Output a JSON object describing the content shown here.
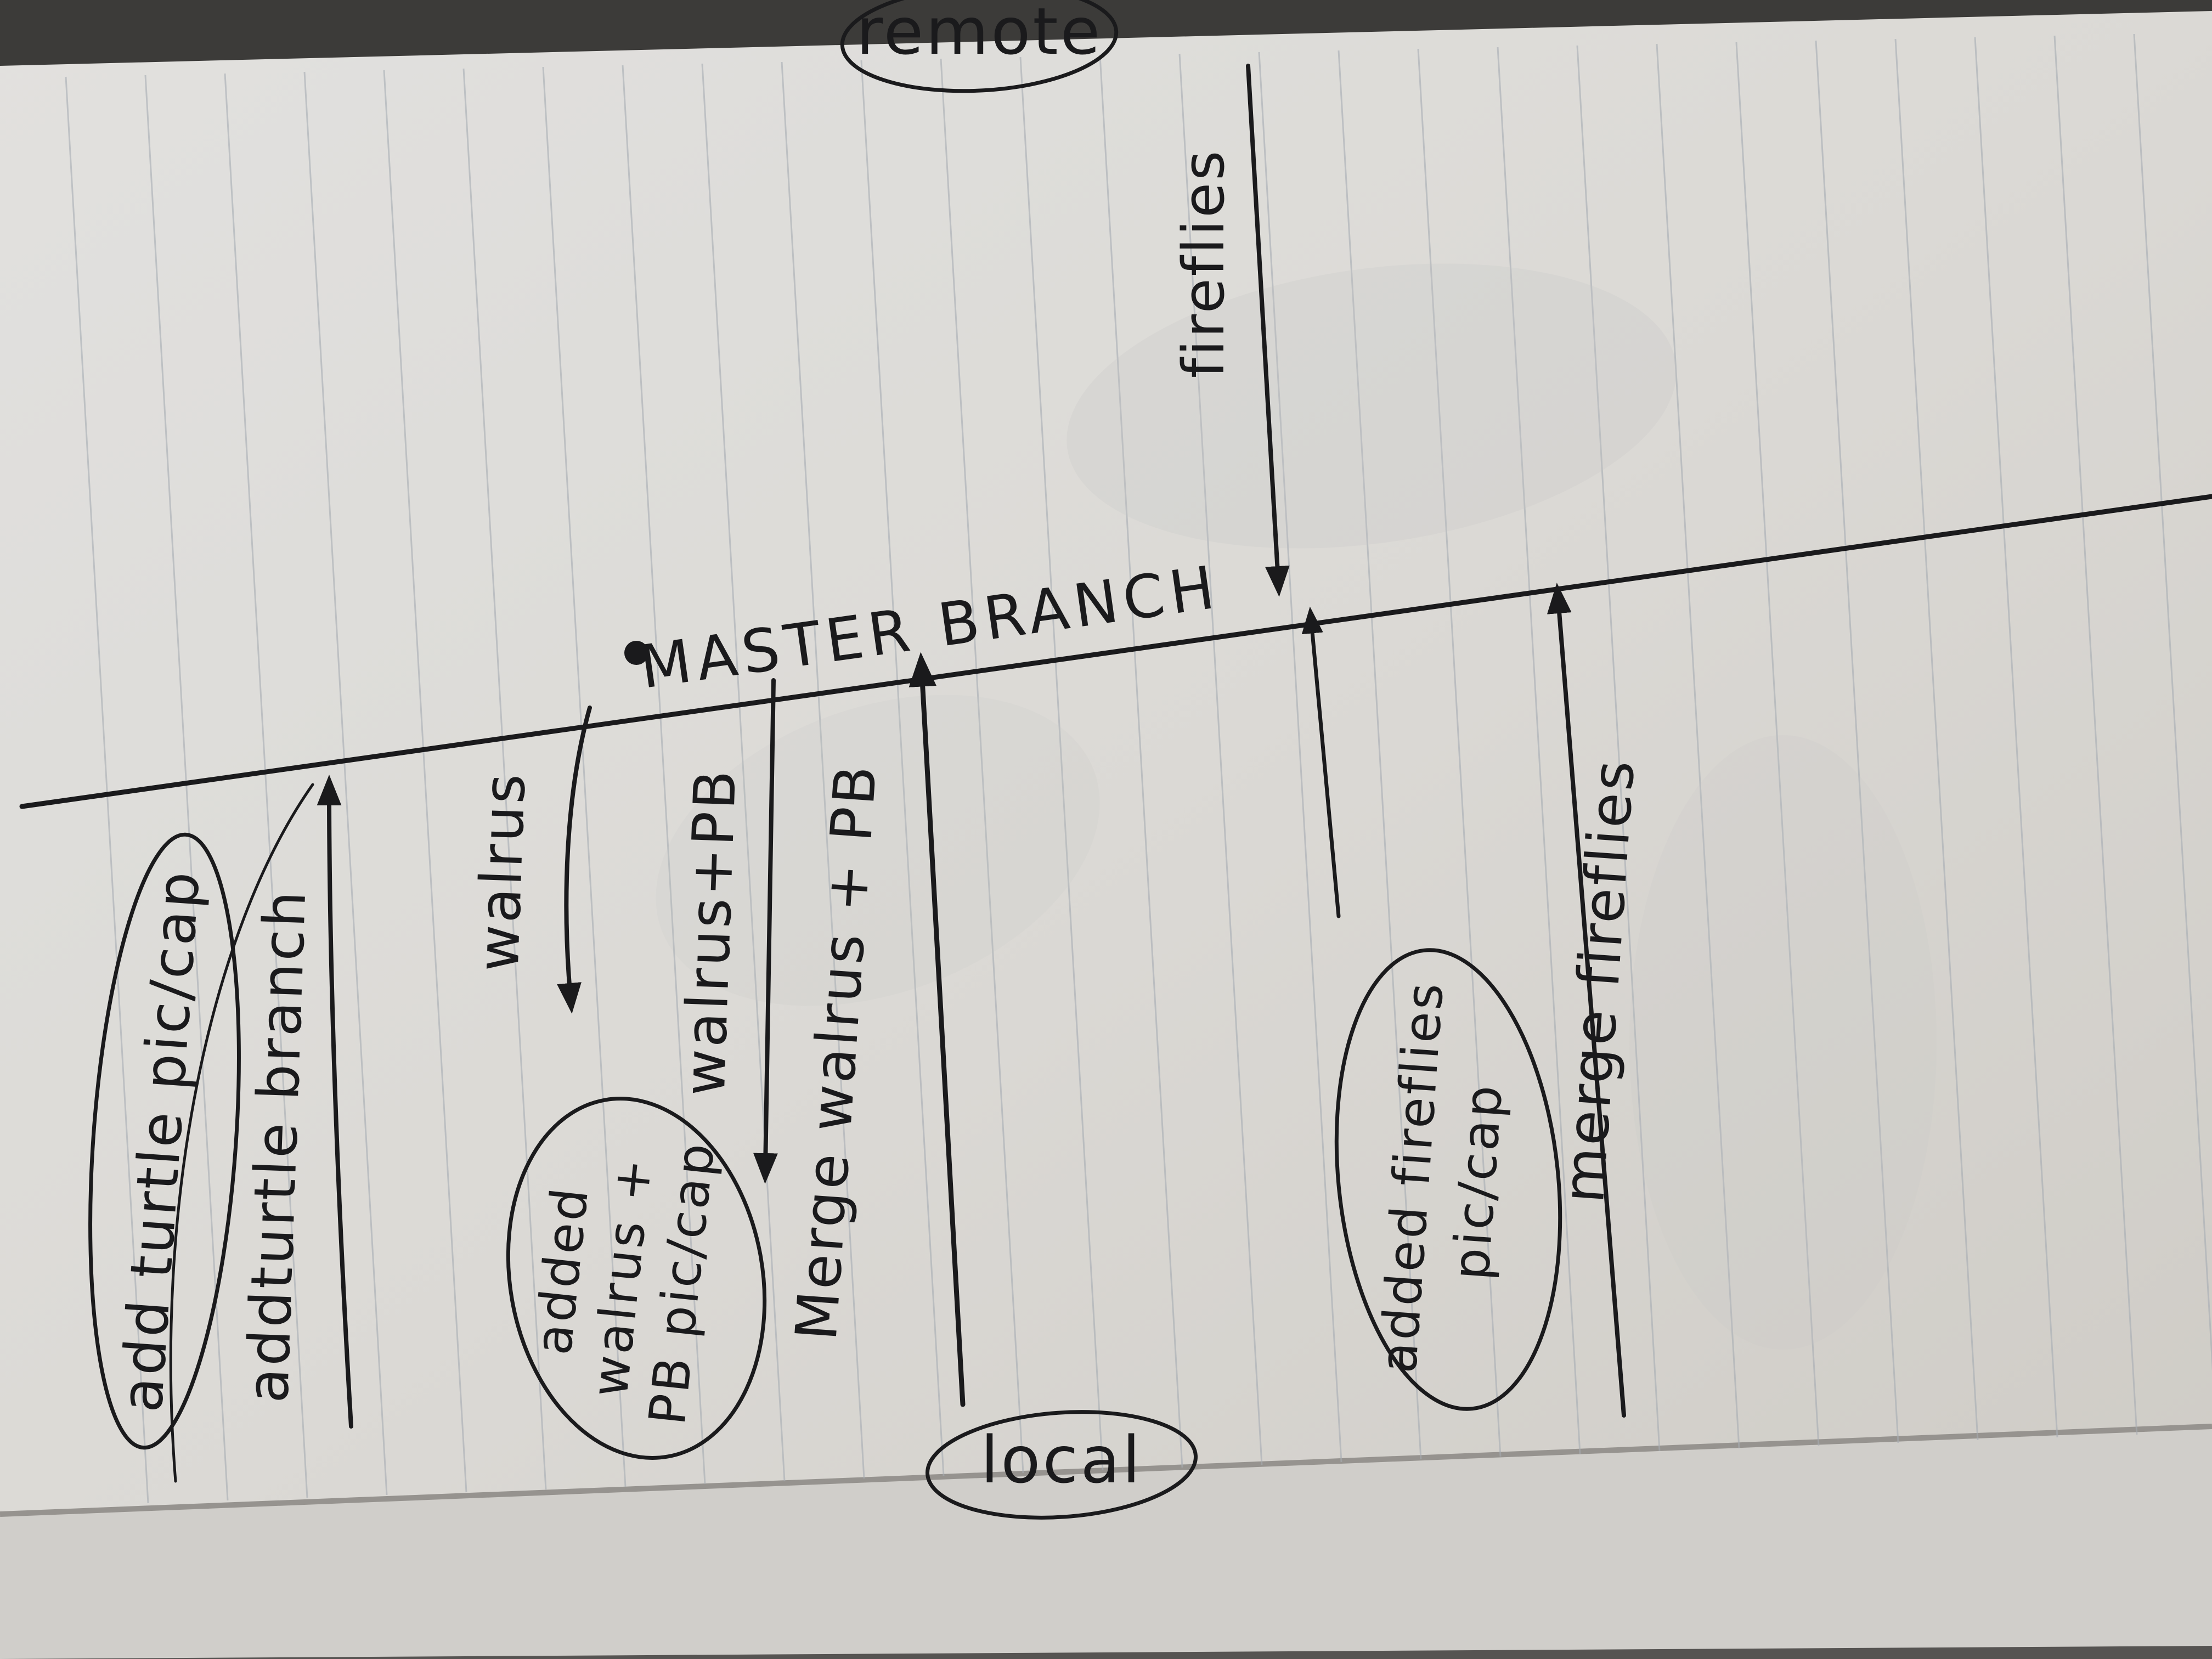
{
  "diagram": {
    "remote_label": "remote",
    "local_label": "local",
    "master_branch_label": "MASTER BRANCH",
    "arrows": {
      "add_turtle_branch": "addturtle branch",
      "walrus": "walrus",
      "walrus_pb": "walrus+PB",
      "merge_walrus_pb": "Merge walrus + PB",
      "fireflies": "fireflies",
      "merge_fireflies": "merge fireflies"
    },
    "notes": {
      "add_turtle_pic_cap": "add turtle pic/cap",
      "added_walrus_line1": "added",
      "added_walrus_line2": "walrus +",
      "added_walrus_line3": "PB pic/cap",
      "added_fireflies_line1": "added fireflies",
      "added_fireflies_line2": "pic/cap"
    }
  },
  "colors": {
    "paper": "#e9e6e1",
    "ink": "#1c1c1e",
    "rule_line": "#aeb4bb",
    "background": "#4b4a48"
  }
}
